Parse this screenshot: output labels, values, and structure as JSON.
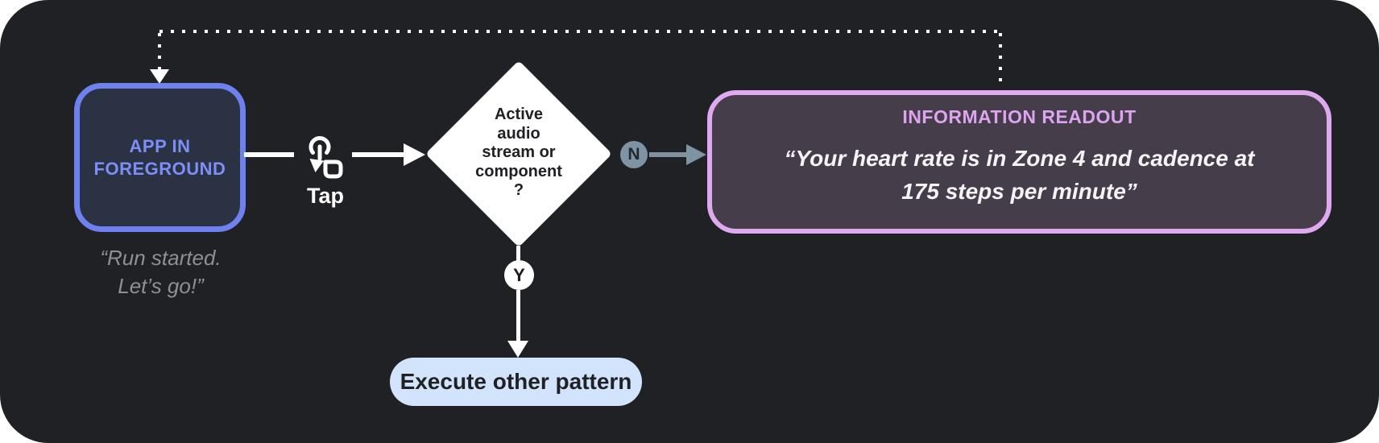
{
  "diagram": {
    "title": "tap gesture flowchart",
    "colors": {
      "canvas_bg": "#202124",
      "app_node_border": "#6e81ee",
      "app_node_fill": "#2b3244",
      "app_node_text": "#7d8ff6",
      "caption_text": "#8e9094",
      "readout_border": "#dfa9ef",
      "readout_fill": "#463d4b",
      "readout_title": "#dda4ef",
      "no_branch": "#7e93a4",
      "action_pill_fill": "#d2e3fc",
      "connector": "#ffffff"
    },
    "nodes": {
      "app_state": {
        "label": "APP IN\nFOREGROUND",
        "caption": "“Run started.\nLet’s go!”"
      },
      "gesture": {
        "label": "Tap",
        "icon": "tap-gesture-icon"
      },
      "decision": {
        "label": "Active\naudio\nstream or\ncomponent\n?"
      },
      "no_branch": {
        "badge": "N"
      },
      "yes_branch": {
        "badge": "Y"
      },
      "readout": {
        "title": "INFORMATION READOUT",
        "quote": "“Your heart rate is in Zone 4 and cadence at\n175 steps per minute”"
      },
      "action": {
        "label": "Execute other pattern"
      }
    }
  }
}
